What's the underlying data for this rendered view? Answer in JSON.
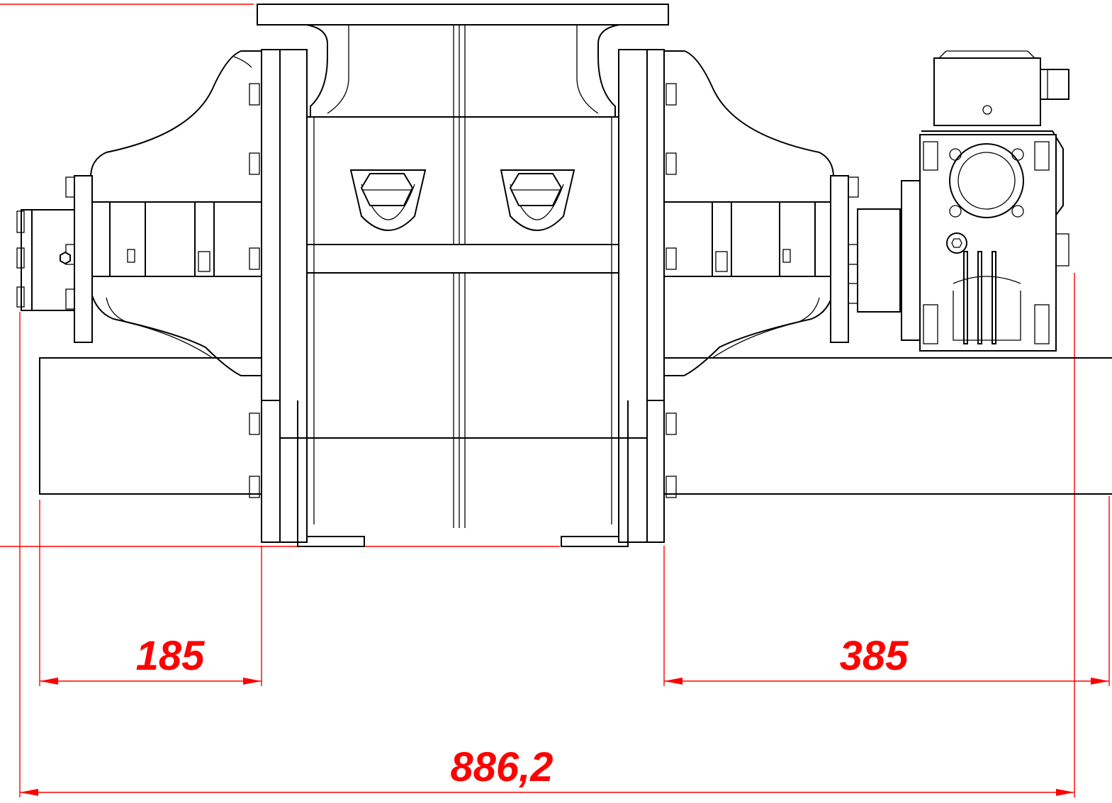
{
  "dimensions": {
    "left_overhang": "185",
    "right_overhang": "385",
    "overall_length": "886,2"
  }
}
